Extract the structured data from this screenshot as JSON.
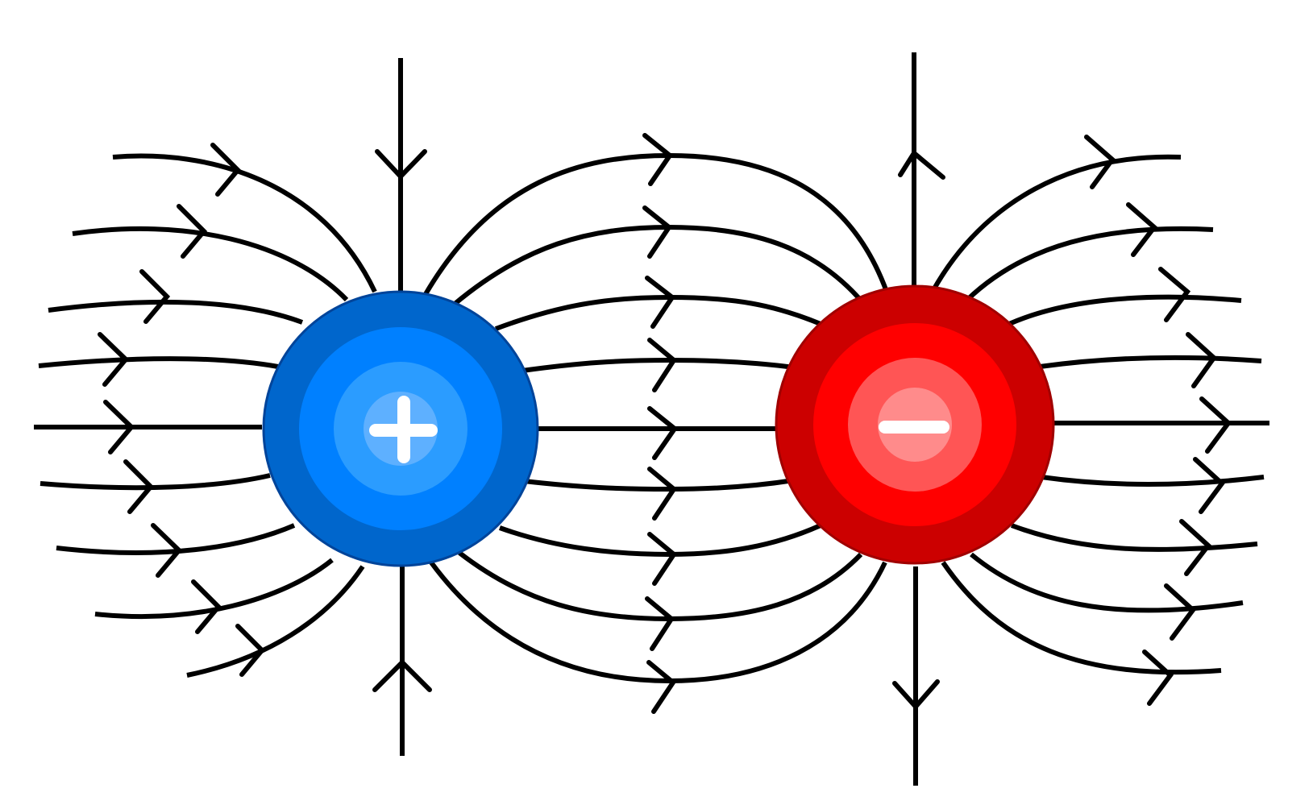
{
  "diagram": {
    "type": "electric-dipole-field-lines",
    "background": "#ffffff",
    "line_color": "#000000",
    "charges": [
      {
        "name": "positive-charge",
        "sign": "+",
        "icon": "plus-icon",
        "colors": [
          "#0066cc",
          "#0080ff",
          "#2b9cff",
          "#5eb0ff"
        ],
        "outline": "#00449a"
      },
      {
        "name": "negative-charge",
        "sign": "-",
        "icon": "minus-icon",
        "colors": [
          "#cc0000",
          "#ff0000",
          "#ff5555",
          "#ff8b8b"
        ],
        "outline": "#a00000"
      }
    ],
    "arrow_direction": "positive-to-negative"
  }
}
